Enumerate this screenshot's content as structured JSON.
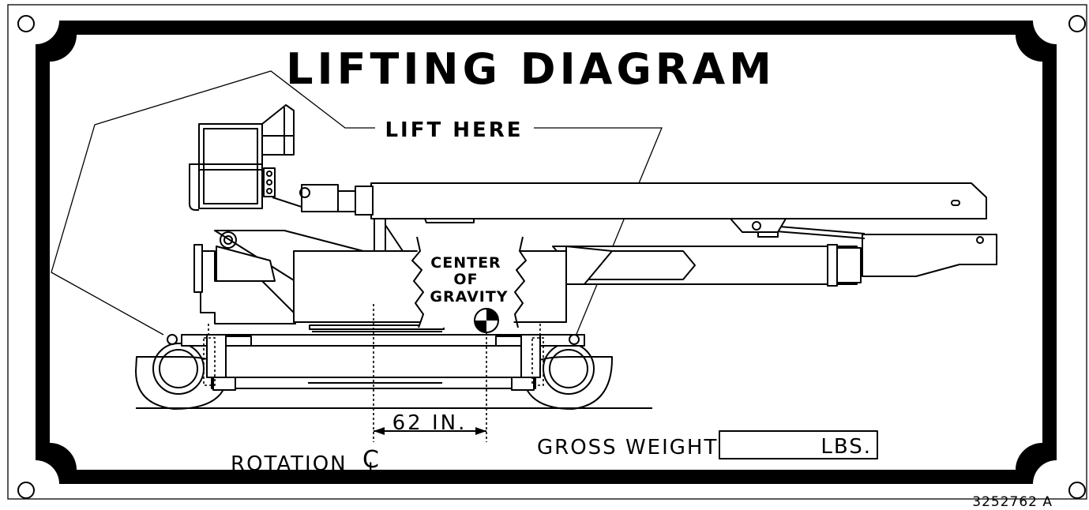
{
  "title": "LIFTING DIAGRAM",
  "lift_label": "LIFT HERE",
  "center_of_gravity": {
    "line1": "CENTER",
    "line2": "OF",
    "line3": "GRAVITY"
  },
  "dimension_label": "62 IN.",
  "rotation_label": "ROTATION",
  "centerline_symbol": "C",
  "centerline_symbol_sub": "L",
  "gross_weight_label": "GROSS WEIGHT",
  "weight_units": "LBS.",
  "part_number": "3252762 A",
  "colors": {
    "ink": "#000000",
    "background": "#ffffff"
  }
}
